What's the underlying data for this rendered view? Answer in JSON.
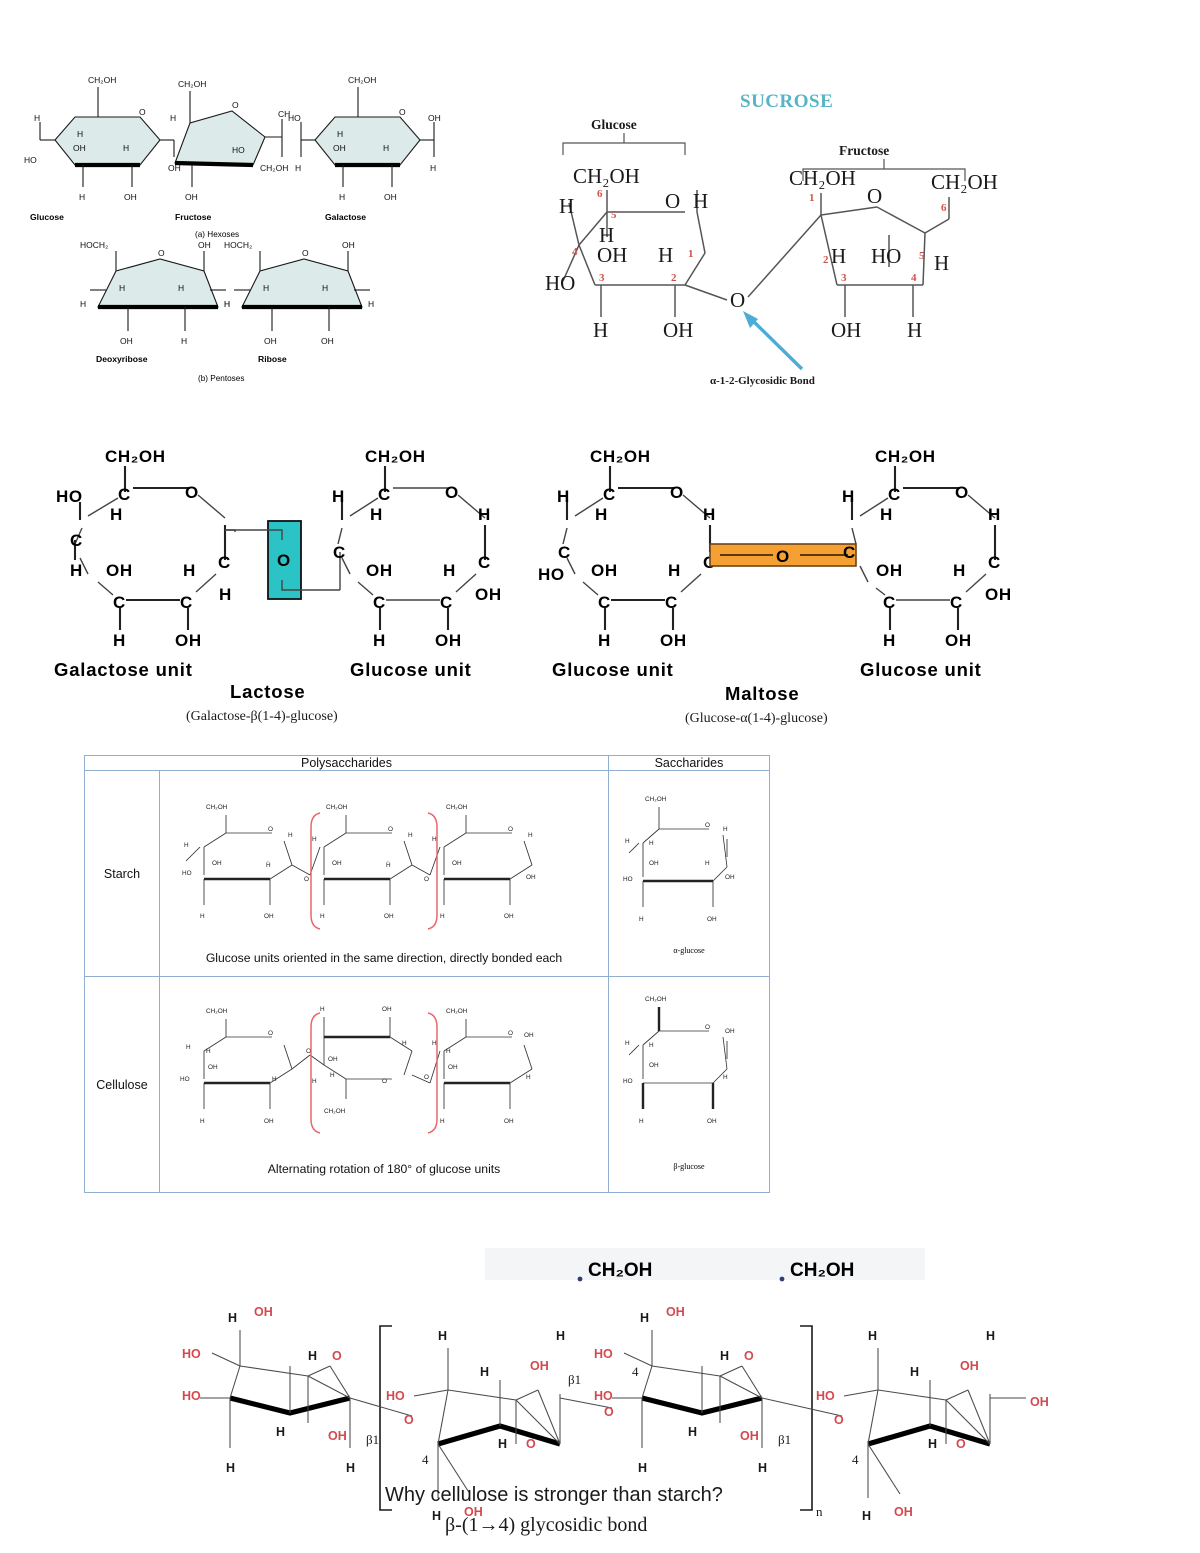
{
  "panel_hexoses": {
    "caption_a": "(a) Hexoses",
    "caption_b": "(b) Pentoses",
    "hexoses": [
      {
        "name": "Glucose",
        "labels": {
          "top": "CH₂OH",
          "ring_o": "O",
          "ul": "H",
          "ur": "H",
          "inner_l": "H",
          "inner_l2": "OH",
          "inner_r": "H",
          "far_l": "HO",
          "far_r": "OH",
          "bot_l": "H",
          "bot_r": "OH"
        }
      },
      {
        "name": "Fructose",
        "labels": {
          "top": "CH₂OH",
          "ring_o": "O",
          "ur": "CH",
          "inner_r": "HO",
          "side_r": "CH₂OH",
          "side_l": "OH",
          "bot_l": "OH"
        }
      },
      {
        "name": "Galactose",
        "labels": {
          "top": "CH₂OH",
          "ring_o": "O",
          "ul": "HO",
          "ur": "OH",
          "inner_l": "H",
          "inner_l2": "OH",
          "inner_r": "H",
          "far_l": "H",
          "far_r": "H",
          "bot_l": "H",
          "bot_r": "OH"
        }
      }
    ],
    "pentoses": [
      {
        "name": "Deoxyribose",
        "labels": {
          "left": "HOCH₂",
          "ring_o": "O",
          "right": "OH",
          "inner_l": "H",
          "inner_r": "H",
          "far_l": "H",
          "far_r": "H",
          "bot_l": "OH",
          "bot_r": "H"
        }
      },
      {
        "name": "Ribose",
        "labels": {
          "left": "HOCH₂",
          "ring_o": "O",
          "right": "OH",
          "inner_l": "H",
          "inner_r": "H",
          "far_l": "H",
          "far_r": "H",
          "bot_l": "OH",
          "bot_r": "OH"
        }
      }
    ]
  },
  "panel_sucrose": {
    "title": "SUCROSE",
    "left_label": "Glucose",
    "right_label": "Fructose",
    "bond_label": "α-1-2-Glycosidic Bond",
    "bridge_o": "O",
    "title_color": "#56b4c6",
    "arrow_color": "#4bacd6",
    "number_color": "#d1524a",
    "glucose_atoms": {
      "ch2oh": "CH₂OH",
      "ring_o": "O",
      "h_left": "H",
      "h_right": "H",
      "h_inner": "H",
      "oh_inner": "OH",
      "h_anomeric": "H",
      "ho_left": "HO",
      "h_bottom": "H",
      "oh_bottom": "OH"
    },
    "glucose_numbers": [
      "6",
      "5",
      "4",
      "3",
      "2",
      "1"
    ],
    "fructose_atoms": {
      "ch2oh_1": "CH₂OH",
      "ring_o": "O",
      "ch2oh_6": "CH₂OH",
      "h2": "H",
      "ho": "HO",
      "h5": "H",
      "oh_bottom": "OH",
      "h_bottom": "H"
    },
    "fructose_numbers": [
      "1",
      "2",
      "3",
      "4",
      "5",
      "6"
    ]
  },
  "panel_lactose": {
    "left_unit": "Galactose unit",
    "right_unit": "Glucose unit",
    "name": "Lactose",
    "formula": "(Galactose-β(1-4)-glucose)",
    "bridge_o": "O",
    "highlight_color": "#2cc3c6",
    "left_atoms": {
      "ch2oh": "CH₂OH",
      "c1": "C",
      "o": "O",
      "ho": "HO",
      "h_a": "H",
      "c2": "C",
      "h_b": "H",
      "oh_a": "OH",
      "c3": "C",
      "c4": "C",
      "h_c": "H",
      "oh_b": "OH",
      "c5": "C",
      "h_d": "H",
      "h_e": "H"
    },
    "right_atoms": {
      "ch2oh": "CH₂OH",
      "c1": "C",
      "o": "O",
      "h_a": "H",
      "h_b": "H",
      "h_c": "H",
      "c2": "C",
      "c3": "C",
      "oh_a": "OH",
      "h_d": "H",
      "oh_b": "OH",
      "c4": "C",
      "c5": "C",
      "h_e": "H",
      "oh_c": "OH"
    }
  },
  "panel_maltose": {
    "left_unit": "Glucose unit",
    "right_unit": "Glucose unit",
    "name": "Maltose",
    "formula": "(Glucose-α(1-4)-glucose)",
    "bridge_o": "O",
    "highlight_color": "#f5a033"
  },
  "panel_table": {
    "headers": {
      "poly": "Polysaccharides",
      "sacc": "Saccharides"
    },
    "rows": [
      {
        "label": "Starch",
        "caption": "Glucose units oriented in the same direction,  directly bonded each",
        "sacc_label": "α-glucose",
        "sacc_atoms": {
          "top": "CH₂OH",
          "o": "O",
          "h1": "H",
          "h2": "H",
          "h3": "H",
          "oh1": "OH",
          "h4": "H",
          "ho": "HO",
          "oh2": "OH",
          "h5": "H",
          "oh3": "OH"
        }
      },
      {
        "label": "Cellulose",
        "caption": "Alternating rotation of 180° of glucose units",
        "sacc_label": "β-glucose",
        "sacc_atoms": {
          "top": "CH₂OH",
          "o": "O",
          "oh_top": "OH",
          "h1": "H",
          "h2": "H",
          "oh1": "OH",
          "ho": "HO",
          "h3": "H",
          "h4": "H",
          "oh2": "OH"
        }
      }
    ],
    "chain_atoms": {
      "ch2oh": "CH₂OH",
      "o": "O",
      "oh": "OH",
      "h": "H",
      "ho": "HO"
    },
    "border_color": "#93aed3",
    "bracket_color": "#e8666c"
  },
  "panel_cellulose_chain": {
    "top_labels": [
      "CH₂OH",
      "CH₂OH"
    ],
    "question": "Why cellulose is stronger than starch?",
    "bond_caption": "β-(1→4) glycosidic bond",
    "beta_label": "β1",
    "carbon4_label": "4",
    "repeat_label": "n",
    "atoms": {
      "oh": "OH",
      "ho": "HO",
      "h": "H",
      "o": "O"
    },
    "red_color": "#d4494f"
  }
}
